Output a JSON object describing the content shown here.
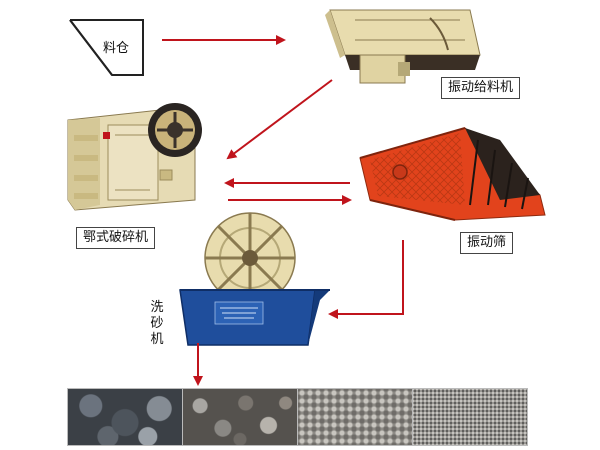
{
  "labels": {
    "hopper": "料仓",
    "feeder": "振动给料机",
    "jaw_crusher": "鄂式破碎机",
    "screen": "振动筛",
    "sand_washer": "洗砂机"
  },
  "colors": {
    "arrow": "#c0141c",
    "screen": "#e2431c",
    "washer_tank": "#1f4e9c",
    "machine_cream": "#e8dcae"
  },
  "icons": [
    "hopper-icon",
    "vibrating-feeder-icon",
    "jaw-crusher-icon",
    "vibrating-screen-icon",
    "sand-washer-icon"
  ],
  "products": [
    "coarse-aggregate",
    "medium-aggregate",
    "fine-aggregate",
    "sand"
  ]
}
